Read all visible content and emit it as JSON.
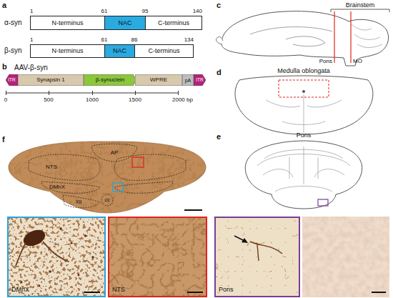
{
  "diagram": {
    "nodes": [
      {
        "text": [
          "N-terminus"
        ]
      },
      {
        "text": [
          "NAC"
        ]
      },
      {
        "text": [
          "C-terminus"
        ]
      },
      {
        "text": [
          "N-terminus"
        ]
      },
      {
        "text": [
          "NAC"
        ]
      },
      {
        "text": [
          "C-terminus"
        ]
      },
      {
        "text": [
          "ITR"
        ]
      },
      {
        "text": [
          "Synapsin 1"
        ]
      },
      {
        "text": [
          "β-synuclein"
        ]
      },
      {
        "text": [
          "WPRE"
        ]
      },
      {
        "text": [
          "pA"
        ]
      },
      {
        "text": [
          "ITR"
        ]
      },
      {
        "text": [
          "DMnX"
        ]
      },
      {
        "text": [
          "NTS"
        ]
      },
      {
        "text": [
          "Pons"
        ]
      }
    ],
    "labels": [
      "a",
      "α-syn",
      "1",
      "61",
      "95",
      "140",
      "β-syn",
      "1",
      "61",
      "86",
      "134",
      "b",
      "AAV-β-syn",
      "0",
      "500",
      "1000",
      "1500",
      "2000 bp",
      "c",
      "Brainstem",
      "Pons",
      "MO",
      "d",
      "Medulla oblongata",
      "e",
      "Pons",
      "f",
      "AP",
      "NTS",
      "DMnX",
      "XII",
      "cc"
    ]
  }
}
